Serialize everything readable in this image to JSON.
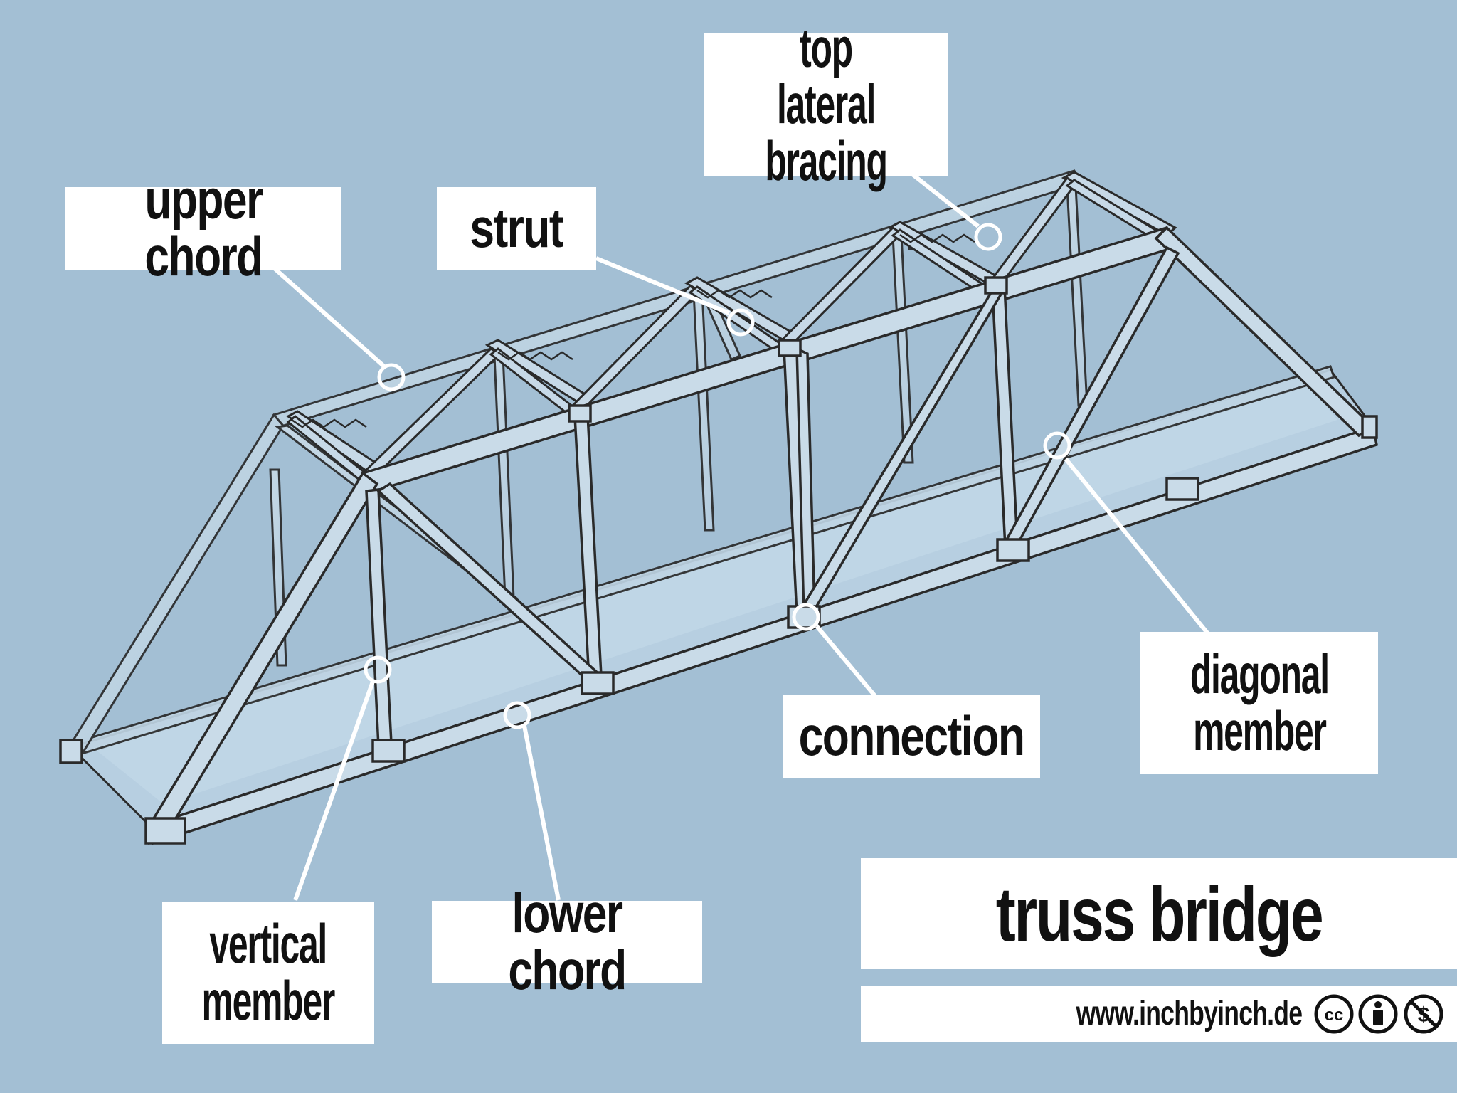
{
  "title": "truss bridge",
  "website": "www.inchbyinch.de",
  "labels": {
    "upper_chord": "upper chord",
    "strut": "strut",
    "top_lateral_bracing": [
      "top lateral",
      "bracing"
    ],
    "diagonal_member": [
      "diagonal",
      "member"
    ],
    "connection": "connection",
    "vertical_member": [
      "vertical",
      "member"
    ],
    "lower_chord": "lower chord"
  },
  "license_icons": [
    "cc-icon",
    "attribution-icon",
    "non-commercial-icon"
  ],
  "colors": {
    "background": "#a3bfd4",
    "label_background": "#ffffff",
    "line": "#222222",
    "leader": "#ffffff"
  }
}
